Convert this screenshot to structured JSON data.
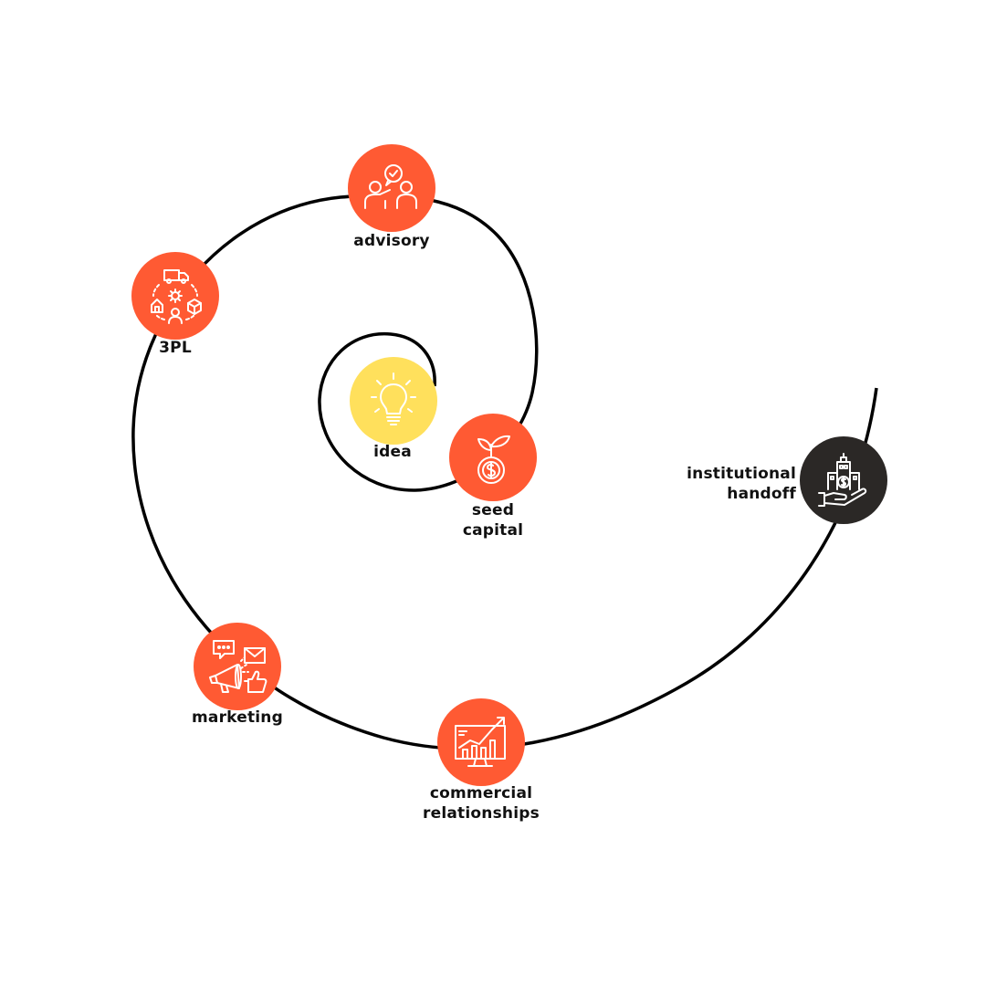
{
  "colors": {
    "background": "#ffffff",
    "spiral": "#000000",
    "node_orange": "#ff5a33",
    "node_yellow": "#ffe05c",
    "node_dark": "#2b2826",
    "icon_stroke": "#ffffff",
    "label_text": "#111111"
  },
  "nodes": {
    "idea": {
      "lines": [
        "idea"
      ],
      "icon": "lightbulb-icon"
    },
    "seed": {
      "lines": [
        "seed",
        "capital"
      ],
      "icon": "plant-coin-icon"
    },
    "advisory": {
      "lines": [
        "advisory"
      ],
      "icon": "consulting-people-icon"
    },
    "threepl": {
      "lines": [
        "3PL"
      ],
      "icon": "logistics-cycle-icon"
    },
    "marketing": {
      "lines": [
        "marketing"
      ],
      "icon": "megaphone-icon"
    },
    "commercial": {
      "lines": [
        "commercial",
        "relationships"
      ],
      "icon": "growth-chart-monitor-icon"
    },
    "handoff": {
      "lines": [
        "institutional",
        "handoff"
      ],
      "icon": "building-hand-icon"
    }
  }
}
